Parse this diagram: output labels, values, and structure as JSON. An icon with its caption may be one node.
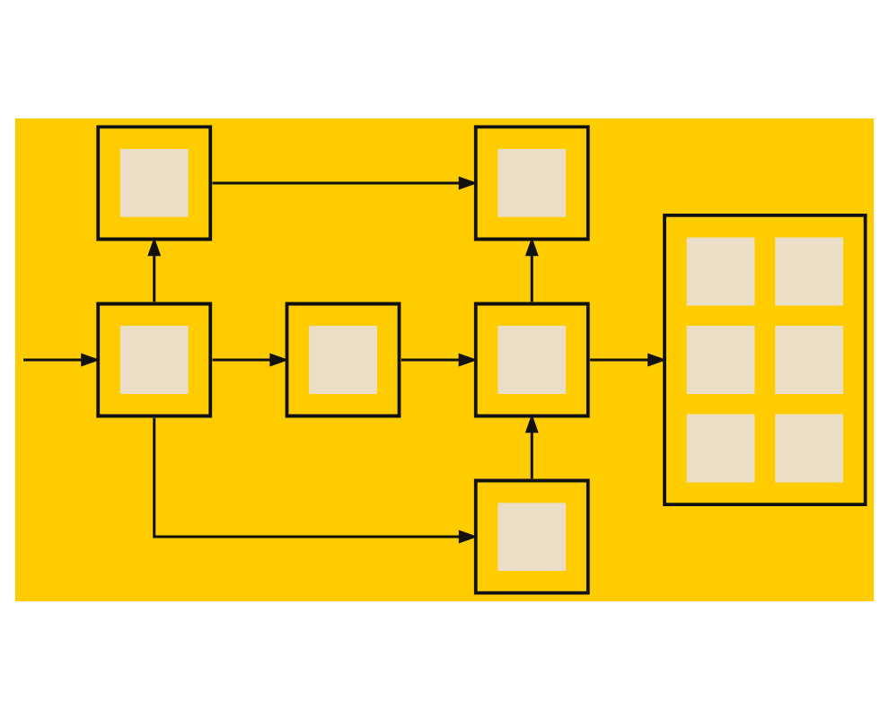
{
  "diagram": {
    "nodes": [
      {
        "text": [],
        "shape": "box"
      },
      {
        "text": [],
        "shape": "box"
      },
      {
        "text": [],
        "shape": "box"
      },
      {
        "text": [],
        "shape": "box"
      },
      {
        "text": [],
        "shape": "box"
      },
      {
        "text": [],
        "shape": "box"
      },
      {
        "text": [],
        "shape": "box"
      }
    ],
    "edges": [
      {
        "from": null,
        "to": 2,
        "arrow": "to"
      },
      {
        "from": 2,
        "to": 0,
        "arrow": "to"
      },
      {
        "from": 0,
        "to": 1,
        "arrow": "to"
      },
      {
        "from": 2,
        "to": 3,
        "arrow": "to"
      },
      {
        "from": 3,
        "to": 4,
        "arrow": "to"
      },
      {
        "from": 4,
        "to": 1,
        "arrow": "to"
      },
      {
        "from": 6,
        "to": 4,
        "arrow": "to"
      },
      {
        "from": 2,
        "to": 6,
        "arrow": "to"
      },
      {
        "from": 4,
        "to": 5,
        "arrow": "to"
      }
    ]
  }
}
